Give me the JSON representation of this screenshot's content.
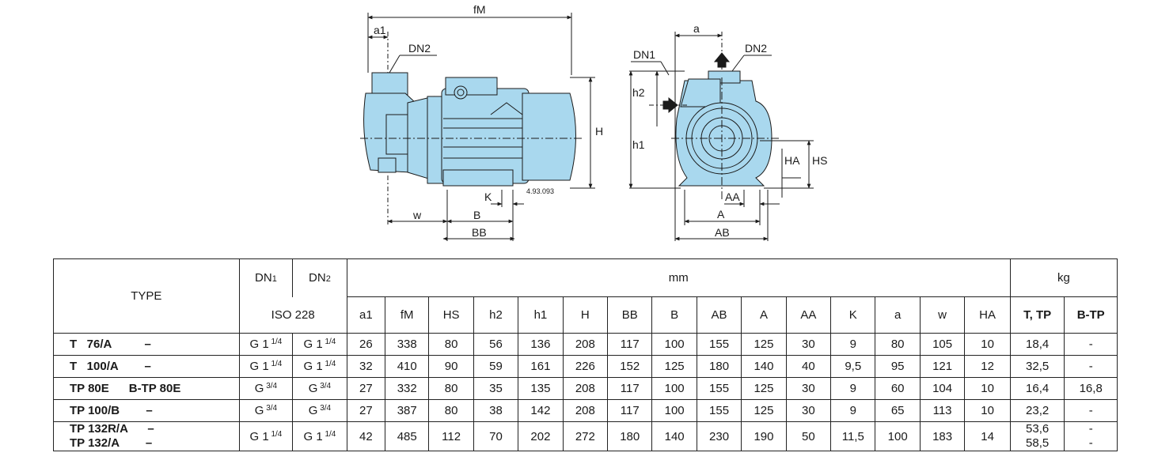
{
  "drawing_labels": {
    "side": {
      "fM": "fM",
      "a1": "a1",
      "dn2": "DN2",
      "H": "H",
      "w": "w",
      "B": "B",
      "BB": "BB",
      "K": "K",
      "code": "4.93.093"
    },
    "front": {
      "a": "a",
      "dn1": "DN1",
      "dn2": "DN2",
      "h2": "h2",
      "h1": "h1",
      "HA": "HA",
      "HS": "HS",
      "AA": "AA",
      "A": "A",
      "AB": "AB"
    }
  },
  "colors": {
    "pump_fill": "#a9d8ee",
    "line": "#1a1a1a"
  },
  "table": {
    "header": {
      "type": "TYPE",
      "dn1": "DN1",
      "dn2": "DN2",
      "iso": "ISO 228",
      "mm": "mm",
      "kg": "kg",
      "mm_cols": [
        "a1",
        "fM",
        "HS",
        "h2",
        "h1",
        "H",
        "BB",
        "B",
        "AB",
        "A",
        "AA",
        "K",
        "a",
        "w",
        "HA"
      ],
      "kg_cols": [
        "T, TP",
        "B-TP"
      ]
    },
    "rows": [
      {
        "type": "T   76/A          –",
        "dn1": "G 1",
        "dn1_frac": "1/4",
        "dn2": "G 1",
        "dn2_frac": "1/4",
        "values": [
          "26",
          "338",
          "80",
          "56",
          "136",
          "208",
          "117",
          "100",
          "155",
          "125",
          "30",
          "9",
          "80",
          "105",
          "10"
        ],
        "kg_t": "18,4",
        "kg_b": "-"
      },
      {
        "type": "T   100/A        –",
        "dn1": "G 1",
        "dn1_frac": "1/4",
        "dn2": "G 1",
        "dn2_frac": "1/4",
        "values": [
          "32",
          "410",
          "90",
          "59",
          "161",
          "226",
          "152",
          "125",
          "180",
          "140",
          "40",
          "9,5",
          "95",
          "121",
          "12"
        ],
        "kg_t": "32,5",
        "kg_b": "-"
      },
      {
        "type": "TP 80E      B-TP 80E",
        "dn1": "G",
        "dn1_frac": "3/4",
        "dn2": "G",
        "dn2_frac": "3/4",
        "values": [
          "27",
          "332",
          "80",
          "35",
          "135",
          "208",
          "117",
          "100",
          "155",
          "125",
          "30",
          "9",
          "60",
          "104",
          "10"
        ],
        "kg_t": "16,4",
        "kg_b": "16,8"
      },
      {
        "type": "TP 100/B        –",
        "dn1": "G",
        "dn1_frac": "3/4",
        "dn2": "G",
        "dn2_frac": "3/4",
        "values": [
          "27",
          "387",
          "80",
          "38",
          "142",
          "208",
          "117",
          "100",
          "155",
          "125",
          "30",
          "9",
          "65",
          "113",
          "10"
        ],
        "kg_t": "23,2",
        "kg_b": "-"
      }
    ],
    "last_row": {
      "type_lines": [
        "TP 132R/A      –",
        "TP 132/A        –"
      ],
      "dn1": "G 1",
      "dn1_frac": "1/4",
      "dn2": "G 1",
      "dn2_frac": "1/4",
      "values": [
        "42",
        "485",
        "112",
        "70",
        "202",
        "272",
        "180",
        "140",
        "230",
        "190",
        "50",
        "11,5",
        "100",
        "183",
        "14"
      ],
      "kg_t_lines": [
        "53,6",
        "58,5"
      ],
      "kg_b_lines": [
        "-",
        "-"
      ]
    }
  }
}
